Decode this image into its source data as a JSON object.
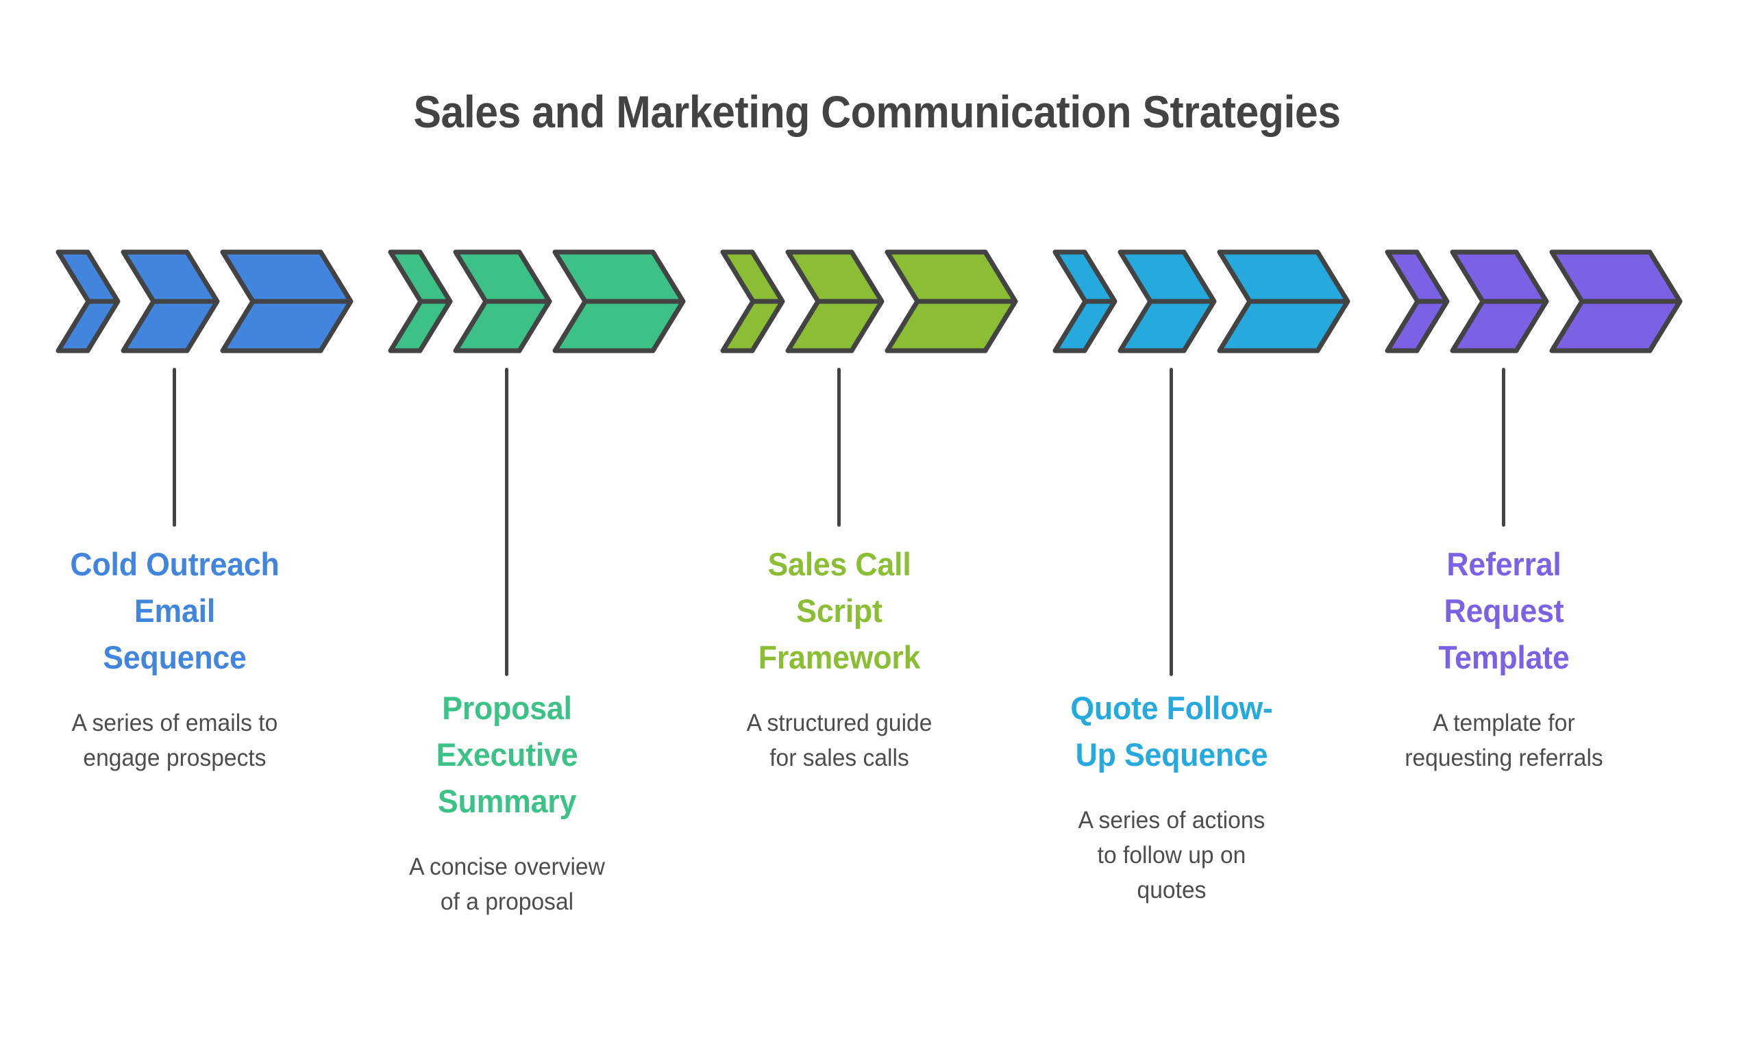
{
  "header": {
    "title": "Sales and Marketing Communication Strategies",
    "title_color": "#434343"
  },
  "theme": {
    "background": "#ffffff",
    "outline_color": "#434343",
    "description_color": "#4d4d4d",
    "connector_color": "#434343"
  },
  "diagram": {
    "type": "chevron-process",
    "chevrons_per_group": 3,
    "groups": [
      {
        "index": 1,
        "title": "Cold Outreach Email Sequence",
        "title_line_1": "Cold Outreach",
        "title_line_2": "Email",
        "title_line_3": "Sequence",
        "description": "A series of emails to engage prospects",
        "description_line_1": "A series of emails to",
        "description_line_2": "engage prospects",
        "color": "#4285dd",
        "arrow_icon": "chevron-right-icon"
      },
      {
        "index": 2,
        "title": "Proposal Executive Summary",
        "title_line_1": "Proposal",
        "title_line_2": "Executive",
        "title_line_3": "Summary",
        "description": "A concise overview of a proposal",
        "description_line_1": "A concise overview",
        "description_line_2": "of a proposal",
        "color": "#3cc286",
        "arrow_icon": "chevron-right-icon"
      },
      {
        "index": 3,
        "title": "Sales Call Script Framework",
        "title_line_1": "Sales Call",
        "title_line_2": "Script",
        "title_line_3": "Framework",
        "description": "A structured guide for sales calls",
        "description_line_1": "A structured guide",
        "description_line_2": "for sales calls",
        "color": "#8cbe35",
        "arrow_icon": "chevron-right-icon"
      },
      {
        "index": 4,
        "title": "Quote Follow-Up Sequence",
        "title_line_1": "Quote Follow-",
        "title_line_2": "Up Sequence",
        "title_line_3": "",
        "description": "A series of actions to follow up on quotes",
        "description_line_1": "A series of actions",
        "description_line_2": "to follow up on",
        "description_line_3": "quotes",
        "color": "#26aade",
        "arrow_icon": "chevron-right-icon"
      },
      {
        "index": 5,
        "title": "Referral Request Template",
        "title_line_1": "Referral",
        "title_line_2": "Request",
        "title_line_3": "Template",
        "description": "A template for requesting referrals",
        "description_line_1": "A template for",
        "description_line_2": "requesting referrals",
        "color": "#7b61e4",
        "arrow_icon": "chevron-right-icon"
      }
    ]
  }
}
